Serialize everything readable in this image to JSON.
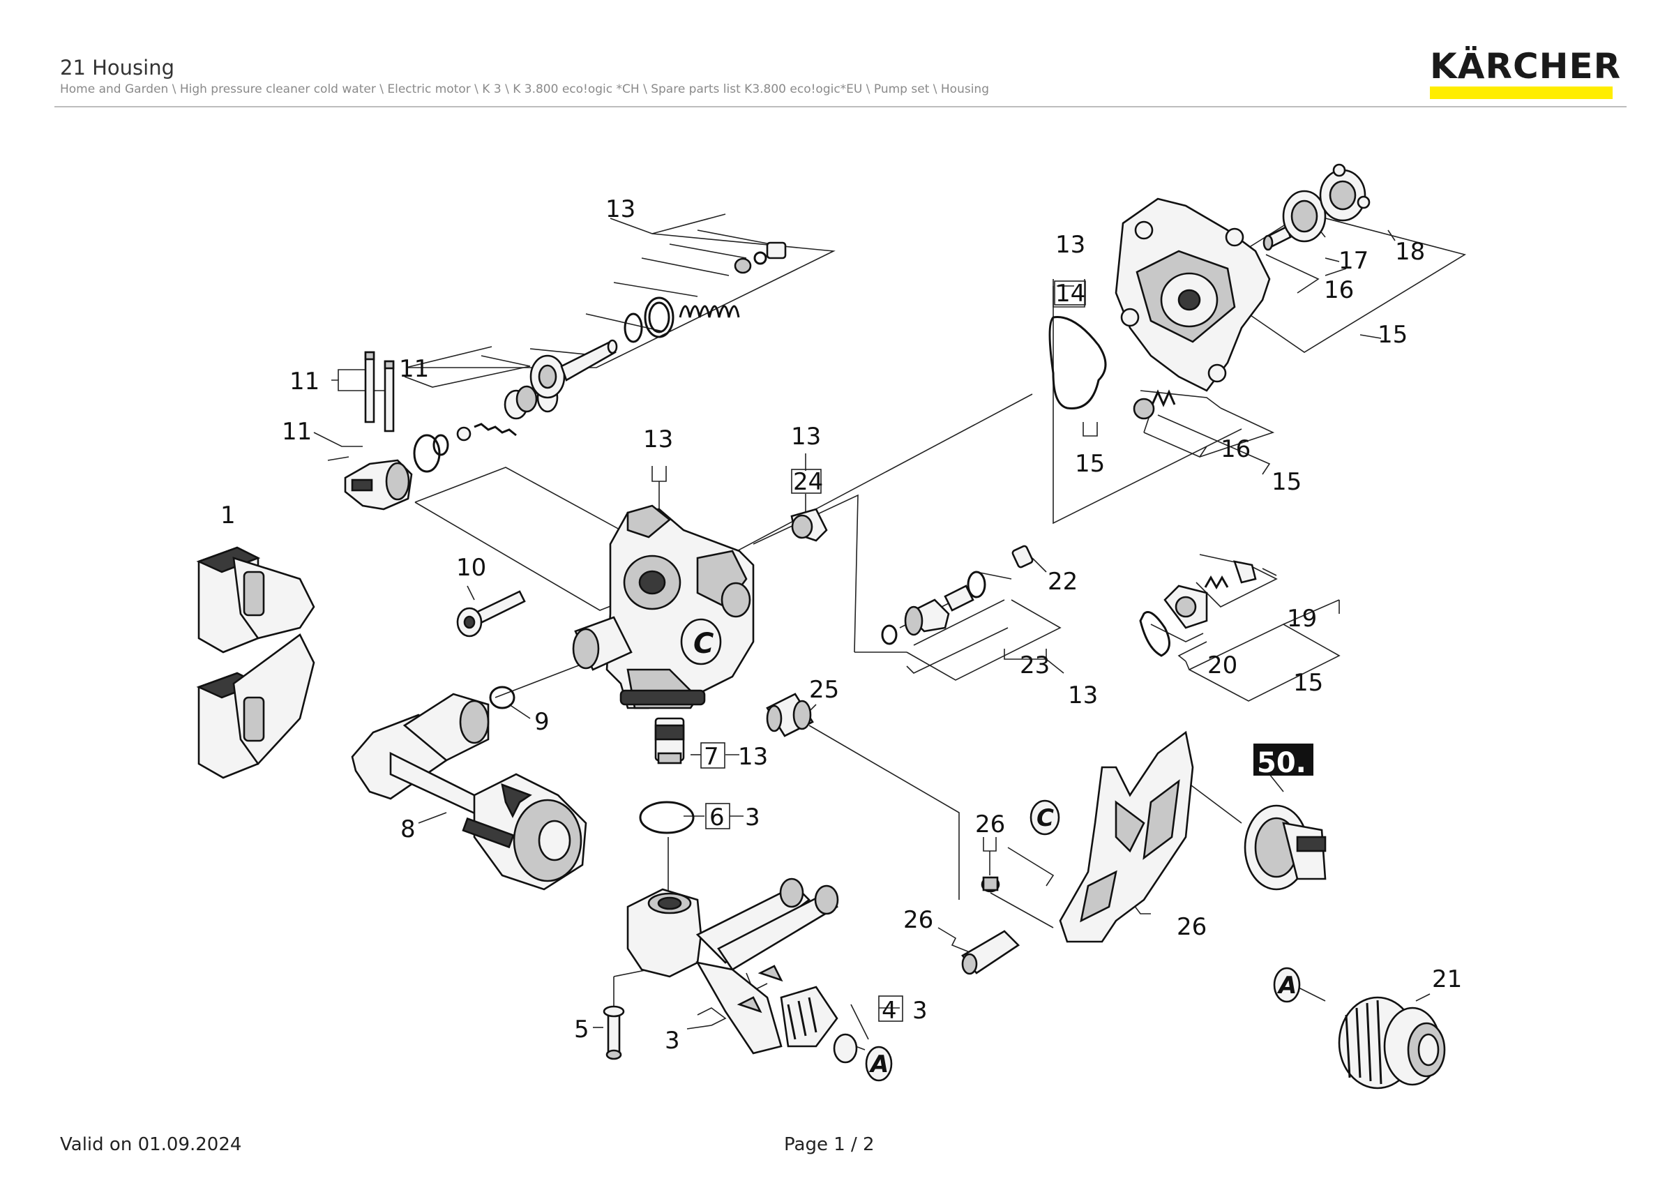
{
  "header": {
    "title": "21 Housing",
    "breadcrumb": "Home and Garden \\ High pressure cleaner cold water \\ Electric motor \\ K 3 \\ K 3.800 eco!ogic *CH \\ Spare parts list K3.800 eco!ogic*EU \\ Pump set \\ Housing"
  },
  "logo": {
    "text": "KÄRCHER",
    "bar_color": "#ffed00"
  },
  "diagram": {
    "labels": {
      "l13a": "13",
      "l11a": "11",
      "l11b": "11",
      "l11c": "11",
      "l1": "1",
      "l13b": "13",
      "l13c": "13",
      "l24": "24",
      "l10": "10",
      "l9": "9",
      "l25": "25",
      "l7": "7",
      "l13d": "13",
      "l6": "6",
      "l3a": "3",
      "l8": "8",
      "l13e": "13",
      "l14": "14",
      "l15a": "15",
      "l17": "17",
      "l18": "18",
      "l16a": "16",
      "l15b": "15",
      "l16b": "16",
      "l15c": "15",
      "l22": "22",
      "l19": "19",
      "l23": "23",
      "l13f": "13",
      "l20": "20",
      "l15d": "15",
      "l50": "50.",
      "l26a": "26",
      "lC2": "C",
      "l26b": "26",
      "l26c": "26",
      "l21": "21",
      "lA2": "A",
      "l4": "4",
      "l3b": "3",
      "l5": "5",
      "l3c": "3",
      "lA1": "A",
      "lC1": "C"
    }
  },
  "footer": {
    "valid": "Valid on 01.09.2024",
    "page": "Page 1 / 2"
  }
}
